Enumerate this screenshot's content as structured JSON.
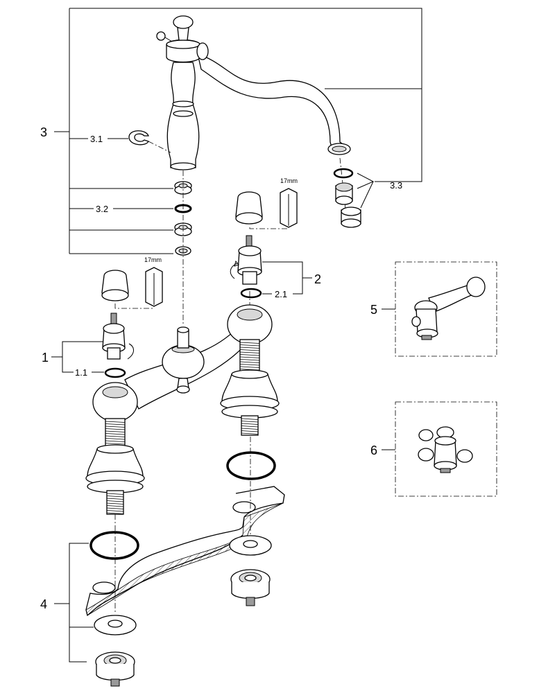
{
  "callouts": {
    "c1": "1",
    "c1_1": "1.1",
    "c2": "2",
    "c2_1": "2.1",
    "c3": "3",
    "c3_1": "3.1",
    "c3_2": "3.2",
    "c3_3": "3.3",
    "c4": "4",
    "c5": "5",
    "c6": "6"
  },
  "tool_labels": {
    "left_wrench": "17mm",
    "right_wrench": "17mm"
  }
}
